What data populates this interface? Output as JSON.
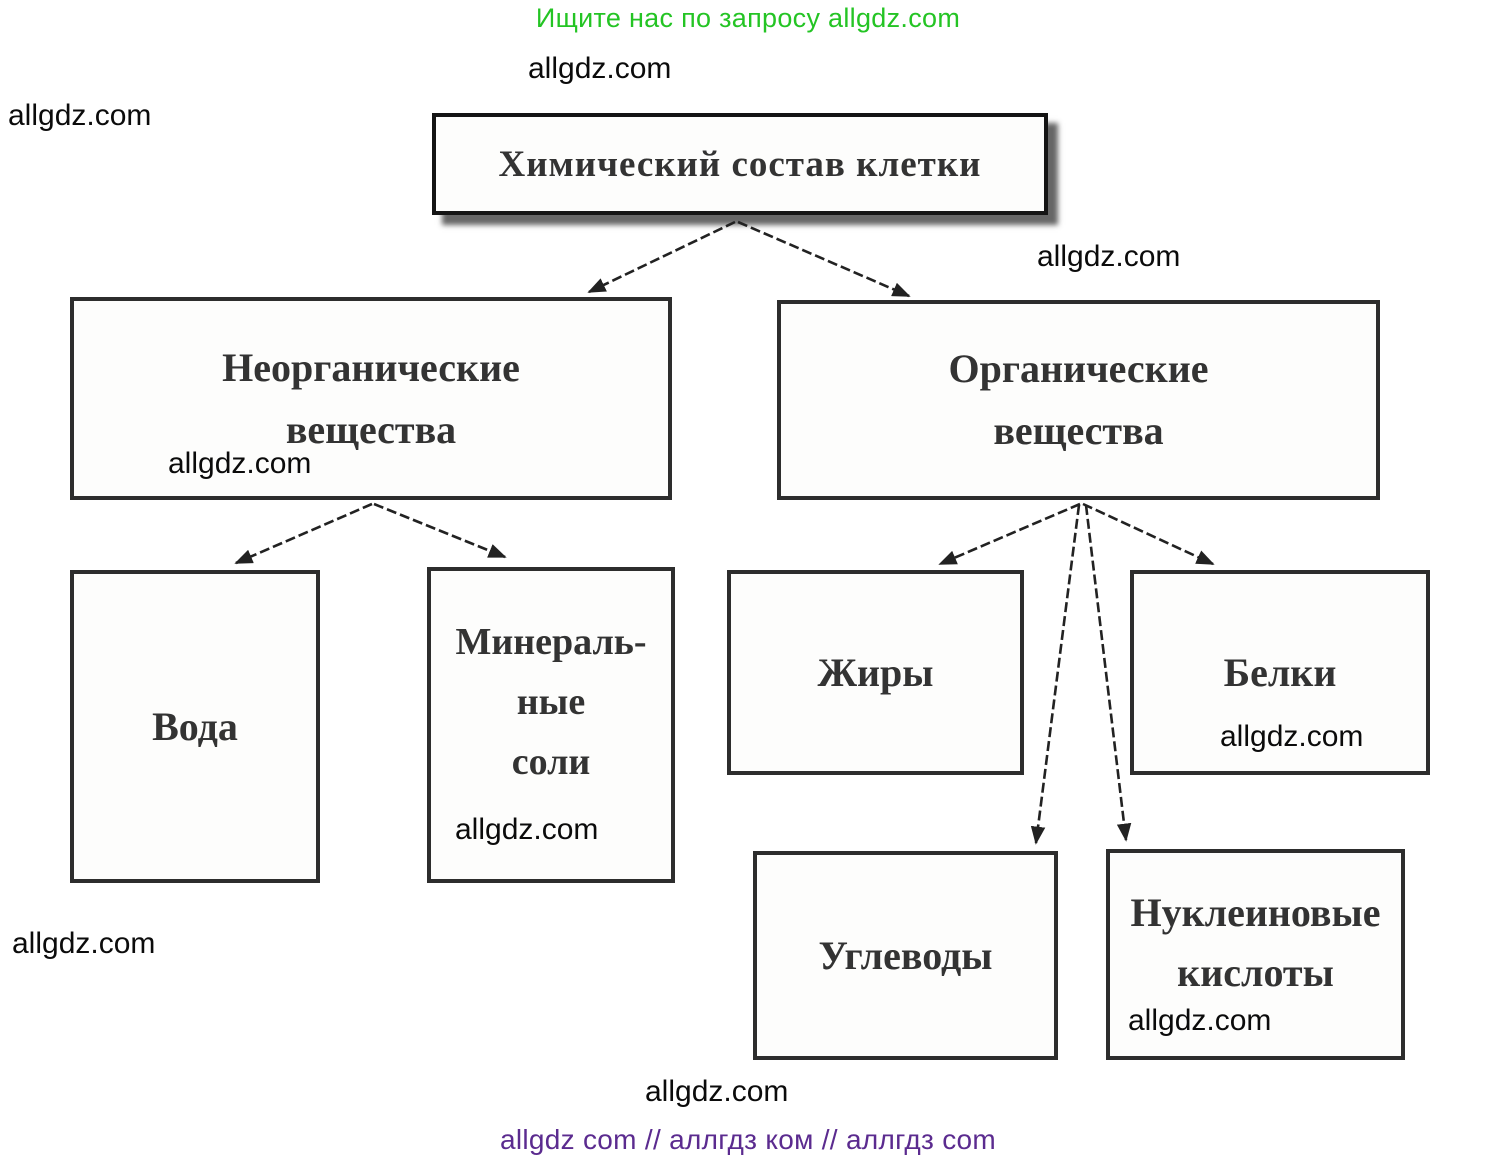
{
  "promo": {
    "text": "Ищите нас по запросу allgdz.com",
    "color": "#24c424"
  },
  "watermark": {
    "text": "allgdz.com"
  },
  "footer": {
    "text": "allgdz com  //  аллгдз ком  //  аллгдз com",
    "color": "#5b2b8f"
  },
  "diagram": {
    "title": "Химический состав клетки",
    "nodes": {
      "inorganic": {
        "lines": [
          "Неорганические",
          "вещества"
        ]
      },
      "organic": {
        "lines": [
          "Органические",
          "вещества"
        ]
      },
      "water": {
        "lines": [
          "Вода"
        ]
      },
      "minerals": {
        "lines": [
          "Минераль-",
          "ные",
          "соли"
        ]
      },
      "fats": {
        "lines": [
          "Жиры"
        ]
      },
      "proteins": {
        "lines": [
          "Белки"
        ]
      },
      "carbohydrates": {
        "lines": [
          "Углеводы"
        ]
      },
      "nucleic_acids": {
        "lines": [
          "Нуклеиновые",
          "кислоты"
        ]
      }
    },
    "edges": [
      {
        "from": "title",
        "to": "inorganic"
      },
      {
        "from": "title",
        "to": "organic"
      },
      {
        "from": "inorganic",
        "to": "water"
      },
      {
        "from": "inorganic",
        "to": "minerals"
      },
      {
        "from": "organic",
        "to": "fats"
      },
      {
        "from": "organic",
        "to": "proteins"
      },
      {
        "from": "organic",
        "to": "carbohydrates"
      },
      {
        "from": "organic",
        "to": "nucleic_acids"
      }
    ]
  }
}
